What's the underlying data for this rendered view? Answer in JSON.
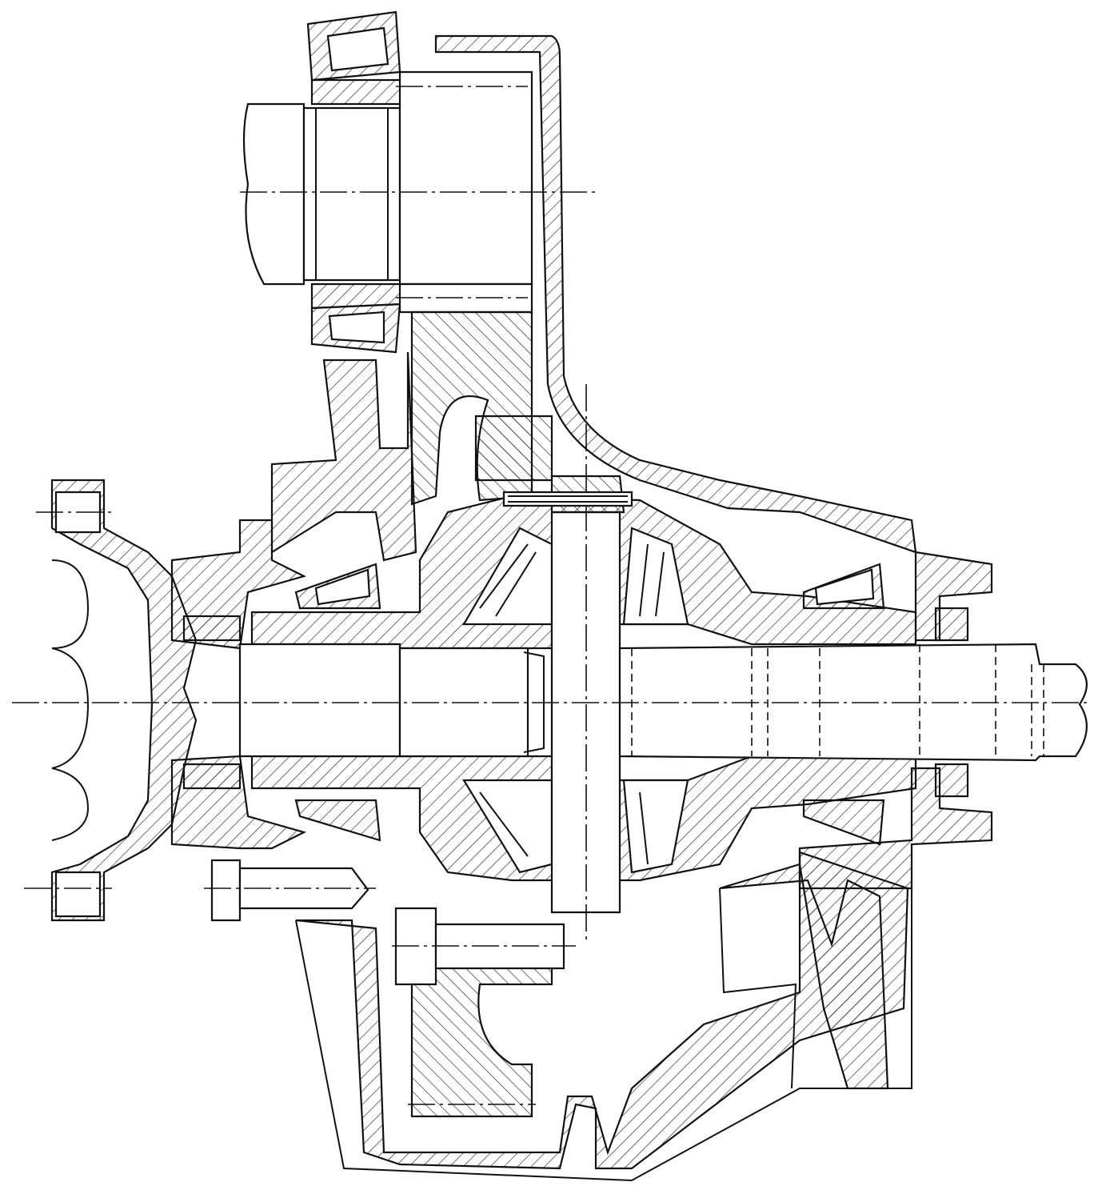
{
  "drawing": {
    "type": "technical cross-section drawing",
    "colors": {
      "line": "#111111",
      "background": "#ffffff"
    },
    "parts": [
      "pinion-shaft",
      "pinion-bearing-top",
      "pinion-bearing-bottom",
      "ring-gear",
      "housing",
      "drive-flange",
      "differential-case",
      "cross-pin",
      "side-gears",
      "axle-shaft",
      "carrier-bearings",
      "seals",
      "bolts"
    ]
  }
}
